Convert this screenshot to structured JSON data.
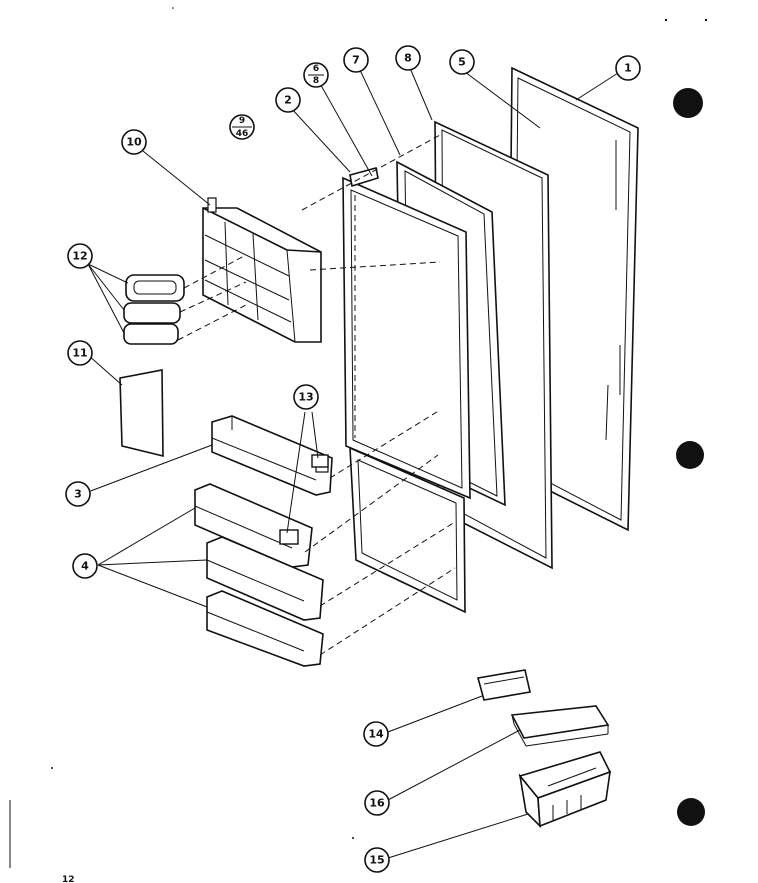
{
  "callouts": {
    "c1": "1",
    "c2": "2",
    "c3": "3",
    "c4": "4",
    "c5": "5",
    "c6_top": "6",
    "c6_bottom": "8",
    "c7": "7",
    "c8": "8",
    "c9_top": "9",
    "c9_bottom": "46",
    "c10": "10",
    "c11": "11",
    "c12": "12",
    "c13": "13",
    "c14": "14",
    "c15": "15",
    "c16": "16"
  },
  "footer": {
    "page_label": "12"
  },
  "colors": {
    "ink": "#111111",
    "paper": "#ffffff"
  }
}
